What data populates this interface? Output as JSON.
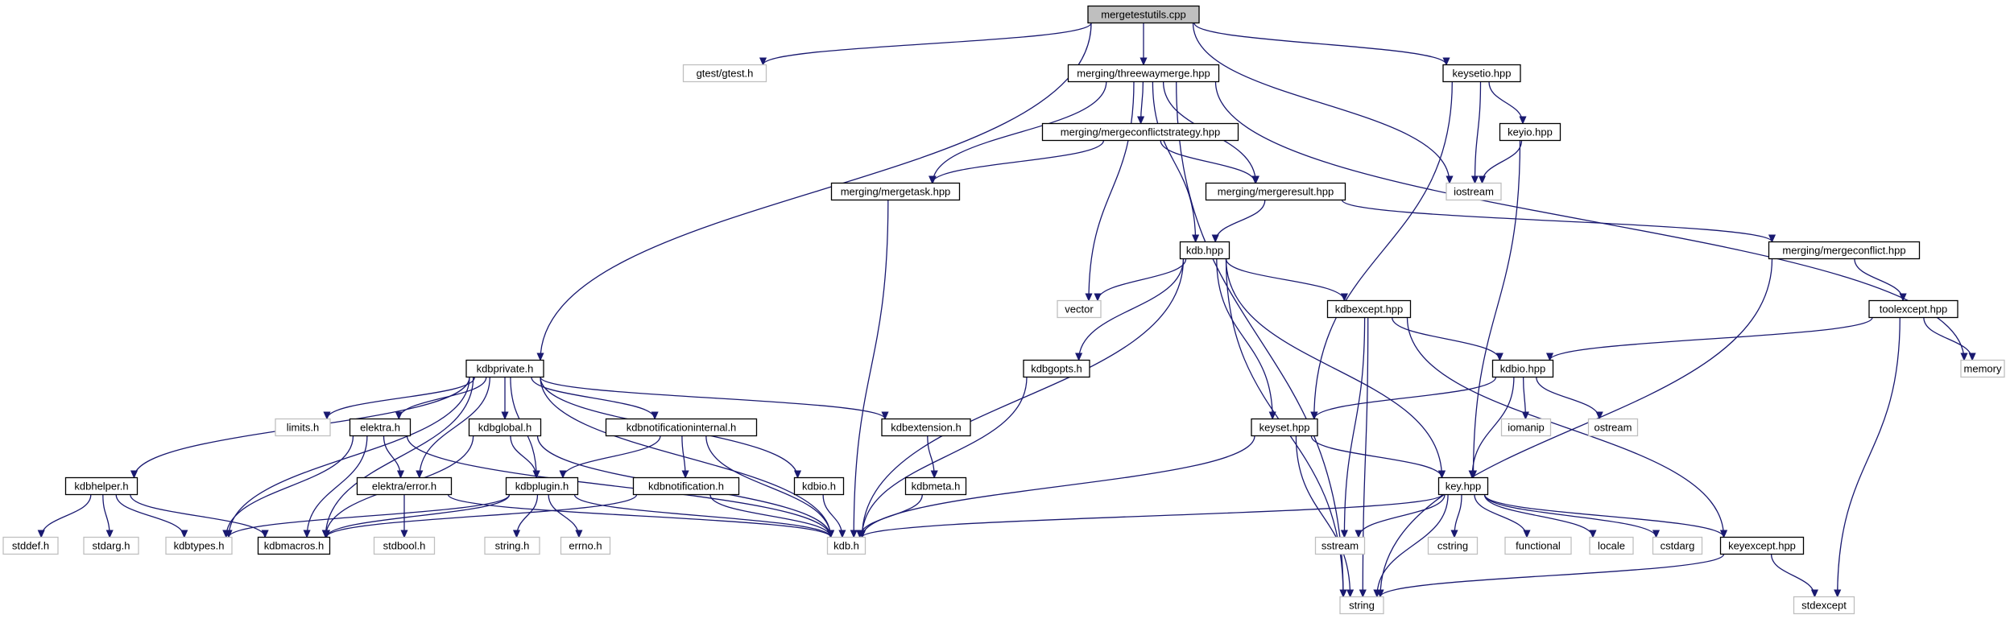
{
  "colors": {
    "edge": "#191970",
    "box_border_local": "#000000",
    "box_border_system": "#bfbfbf",
    "box_fill": "#ffffff",
    "box_fill_root": "#bfbfbf",
    "text": "#000000"
  },
  "nodes": [
    {
      "id": "mergetestutils",
      "label": "mergetestutils.cpp",
      "kind": "root"
    },
    {
      "id": "gtest",
      "label": "gtest/gtest.h",
      "kind": "system"
    },
    {
      "id": "threewaymerge",
      "label": "merging/threewaymerge.hpp",
      "kind": "local"
    },
    {
      "id": "keysetio",
      "label": "keysetio.hpp",
      "kind": "local"
    },
    {
      "id": "mergeconflictstrategy",
      "label": "merging/mergeconflictstrategy.hpp",
      "kind": "local"
    },
    {
      "id": "keyio",
      "label": "keyio.hpp",
      "kind": "local"
    },
    {
      "id": "mergetask",
      "label": "merging/mergetask.hpp",
      "kind": "local"
    },
    {
      "id": "mergeresult",
      "label": "merging/mergeresult.hpp",
      "kind": "local"
    },
    {
      "id": "iostream",
      "label": "iostream",
      "kind": "system"
    },
    {
      "id": "kdbhpp",
      "label": "kdb.hpp",
      "kind": "local"
    },
    {
      "id": "mergeconflict",
      "label": "merging/mergeconflict.hpp",
      "kind": "local"
    },
    {
      "id": "vector",
      "label": "vector",
      "kind": "system"
    },
    {
      "id": "kdbexcept",
      "label": "kdbexcept.hpp",
      "kind": "local"
    },
    {
      "id": "toolexcept",
      "label": "toolexcept.hpp",
      "kind": "local"
    },
    {
      "id": "memory",
      "label": "memory",
      "kind": "system"
    },
    {
      "id": "kdbprivate",
      "label": "kdbprivate.h",
      "kind": "local"
    },
    {
      "id": "kdbgopts",
      "label": "kdbgopts.h",
      "kind": "local"
    },
    {
      "id": "kdbiohpp",
      "label": "kdbio.hpp",
      "kind": "local"
    },
    {
      "id": "limits",
      "label": "limits.h",
      "kind": "system"
    },
    {
      "id": "elektrah",
      "label": "elektra.h",
      "kind": "local"
    },
    {
      "id": "kdbglobal",
      "label": "kdbglobal.h",
      "kind": "local"
    },
    {
      "id": "kdbnotifint",
      "label": "kdbnotificationinternal.h",
      "kind": "local"
    },
    {
      "id": "kdbextension",
      "label": "kdbextension.h",
      "kind": "local"
    },
    {
      "id": "keysethpp",
      "label": "keyset.hpp",
      "kind": "local"
    },
    {
      "id": "iomanip",
      "label": "iomanip",
      "kind": "system"
    },
    {
      "id": "ostream",
      "label": "ostream",
      "kind": "system"
    },
    {
      "id": "kdbhelper",
      "label": "kdbhelper.h",
      "kind": "local"
    },
    {
      "id": "elektraerror",
      "label": "elektra/error.h",
      "kind": "local"
    },
    {
      "id": "kdbplugin",
      "label": "kdbplugin.h",
      "kind": "local"
    },
    {
      "id": "kdbnotification",
      "label": "kdbnotification.h",
      "kind": "local"
    },
    {
      "id": "kdbioh",
      "label": "kdbio.h",
      "kind": "local"
    },
    {
      "id": "kdbmeta",
      "label": "kdbmeta.h",
      "kind": "local"
    },
    {
      "id": "keyhpp",
      "label": "key.hpp",
      "kind": "local"
    },
    {
      "id": "stddef",
      "label": "stddef.h",
      "kind": "system"
    },
    {
      "id": "stdarg",
      "label": "stdarg.h",
      "kind": "system"
    },
    {
      "id": "kdbtypes",
      "label": "kdbtypes.h",
      "kind": "system"
    },
    {
      "id": "kdbmacros",
      "label": "kdbmacros.h",
      "kind": "local"
    },
    {
      "id": "stdbool",
      "label": "stdbool.h",
      "kind": "system"
    },
    {
      "id": "stringh",
      "label": "string.h",
      "kind": "system"
    },
    {
      "id": "errno",
      "label": "errno.h",
      "kind": "system"
    },
    {
      "id": "kdbh",
      "label": "kdb.h",
      "kind": "system"
    },
    {
      "id": "sstream",
      "label": "sstream",
      "kind": "system"
    },
    {
      "id": "cstring",
      "label": "cstring",
      "kind": "system"
    },
    {
      "id": "functional",
      "label": "functional",
      "kind": "system"
    },
    {
      "id": "locale",
      "label": "locale",
      "kind": "system"
    },
    {
      "id": "cstdarg",
      "label": "cstdarg",
      "kind": "system"
    },
    {
      "id": "keyexcept",
      "label": "keyexcept.hpp",
      "kind": "local"
    },
    {
      "id": "string",
      "label": "string",
      "kind": "system"
    },
    {
      "id": "stdexcept",
      "label": "stdexcept",
      "kind": "system"
    }
  ],
  "edges": [
    [
      "mergetestutils",
      "gtest"
    ],
    [
      "mergetestutils",
      "threewaymerge"
    ],
    [
      "mergetestutils",
      "keysetio"
    ],
    [
      "mergetestutils",
      "kdbprivate"
    ],
    [
      "mergetestutils",
      "iostream"
    ],
    [
      "threewaymerge",
      "mergeconflictstrategy"
    ],
    [
      "threewaymerge",
      "mergetask"
    ],
    [
      "threewaymerge",
      "mergeresult"
    ],
    [
      "threewaymerge",
      "kdbhpp"
    ],
    [
      "threewaymerge",
      "vector"
    ],
    [
      "threewaymerge",
      "string"
    ],
    [
      "threewaymerge",
      "memory"
    ],
    [
      "keysetio",
      "keyio"
    ],
    [
      "keysetio",
      "iostream"
    ],
    [
      "keysetio",
      "keysethpp"
    ],
    [
      "keyio",
      "iostream"
    ],
    [
      "keyio",
      "keyhpp"
    ],
    [
      "mergeconflictstrategy",
      "mergetask"
    ],
    [
      "mergeconflictstrategy",
      "mergeresult"
    ],
    [
      "mergetask",
      "kdbh"
    ],
    [
      "mergeresult",
      "kdbhpp"
    ],
    [
      "mergeresult",
      "mergeconflict"
    ],
    [
      "mergeconflict",
      "toolexcept"
    ],
    [
      "mergeconflict",
      "string"
    ],
    [
      "toolexcept",
      "kdbiohpp"
    ],
    [
      "toolexcept",
      "memory"
    ],
    [
      "toolexcept",
      "stdexcept"
    ],
    [
      "kdbhpp",
      "vector"
    ],
    [
      "kdbhpp",
      "kdbexcept"
    ],
    [
      "kdbhpp",
      "kdbgopts"
    ],
    [
      "kdbhpp",
      "keysethpp"
    ],
    [
      "kdbhpp",
      "keyhpp"
    ],
    [
      "kdbhpp",
      "kdbh"
    ],
    [
      "kdbhpp",
      "string"
    ],
    [
      "kdbexcept",
      "kdbiohpp"
    ],
    [
      "kdbexcept",
      "sstream"
    ],
    [
      "kdbexcept",
      "keyexcept"
    ],
    [
      "kdbexcept",
      "string"
    ],
    [
      "kdbiohpp",
      "keysethpp"
    ],
    [
      "kdbiohpp",
      "keyhpp"
    ],
    [
      "kdbiohpp",
      "iomanip"
    ],
    [
      "kdbiohpp",
      "ostream"
    ],
    [
      "kdbgopts",
      "kdbh"
    ],
    [
      "keysethpp",
      "keyhpp"
    ],
    [
      "keysethpp",
      "kdbh"
    ],
    [
      "keysethpp",
      "string"
    ],
    [
      "keyhpp",
      "kdbh"
    ],
    [
      "keyhpp",
      "sstream"
    ],
    [
      "keyhpp",
      "string"
    ],
    [
      "keyhpp",
      "cstring"
    ],
    [
      "keyhpp",
      "functional"
    ],
    [
      "keyhpp",
      "locale"
    ],
    [
      "keyhpp",
      "cstdarg"
    ],
    [
      "keyhpp",
      "keyexcept"
    ],
    [
      "keyexcept",
      "string"
    ],
    [
      "keyexcept",
      "stdexcept"
    ],
    [
      "kdbprivate",
      "kdbhelper"
    ],
    [
      "kdbprivate",
      "kdbtypes"
    ],
    [
      "kdbprivate",
      "kdbmacros"
    ],
    [
      "kdbprivate",
      "limits"
    ],
    [
      "kdbprivate",
      "elektrah"
    ],
    [
      "kdbprivate",
      "elektraerror"
    ],
    [
      "kdbprivate",
      "kdbglobal"
    ],
    [
      "kdbprivate",
      "kdbplugin"
    ],
    [
      "kdbprivate",
      "kdbnotifint"
    ],
    [
      "kdbprivate",
      "kdbioh"
    ],
    [
      "kdbprivate",
      "kdbh"
    ],
    [
      "kdbprivate",
      "kdbextension"
    ],
    [
      "kdbhelper",
      "stddef"
    ],
    [
      "kdbhelper",
      "stdarg"
    ],
    [
      "kdbhelper",
      "kdbtypes"
    ],
    [
      "kdbhelper",
      "kdbmacros"
    ],
    [
      "elektrah",
      "elektraerror"
    ],
    [
      "elektrah",
      "kdbtypes"
    ],
    [
      "elektrah",
      "kdbmacros"
    ],
    [
      "elektrah",
      "kdbh"
    ],
    [
      "elektraerror",
      "stdbool"
    ],
    [
      "elektraerror",
      "kdbh"
    ],
    [
      "kdbglobal",
      "kdbmacros"
    ],
    [
      "kdbglobal",
      "kdbh"
    ],
    [
      "kdbglobal",
      "kdbplugin"
    ],
    [
      "kdbplugin",
      "kdbmacros"
    ],
    [
      "kdbplugin",
      "kdbtypes"
    ],
    [
      "kdbplugin",
      "stringh"
    ],
    [
      "kdbplugin",
      "errno"
    ],
    [
      "kdbplugin",
      "kdbh"
    ],
    [
      "kdbnotifint",
      "kdbplugin"
    ],
    [
      "kdbnotifint",
      "kdbnotification"
    ],
    [
      "kdbnotifint",
      "kdbh"
    ],
    [
      "kdbnotification",
      "kdbmacros"
    ],
    [
      "kdbnotification",
      "kdbh"
    ],
    [
      "kdbioh",
      "kdbh"
    ],
    [
      "kdbextension",
      "kdbmeta"
    ],
    [
      "kdbmeta",
      "kdbh"
    ]
  ]
}
